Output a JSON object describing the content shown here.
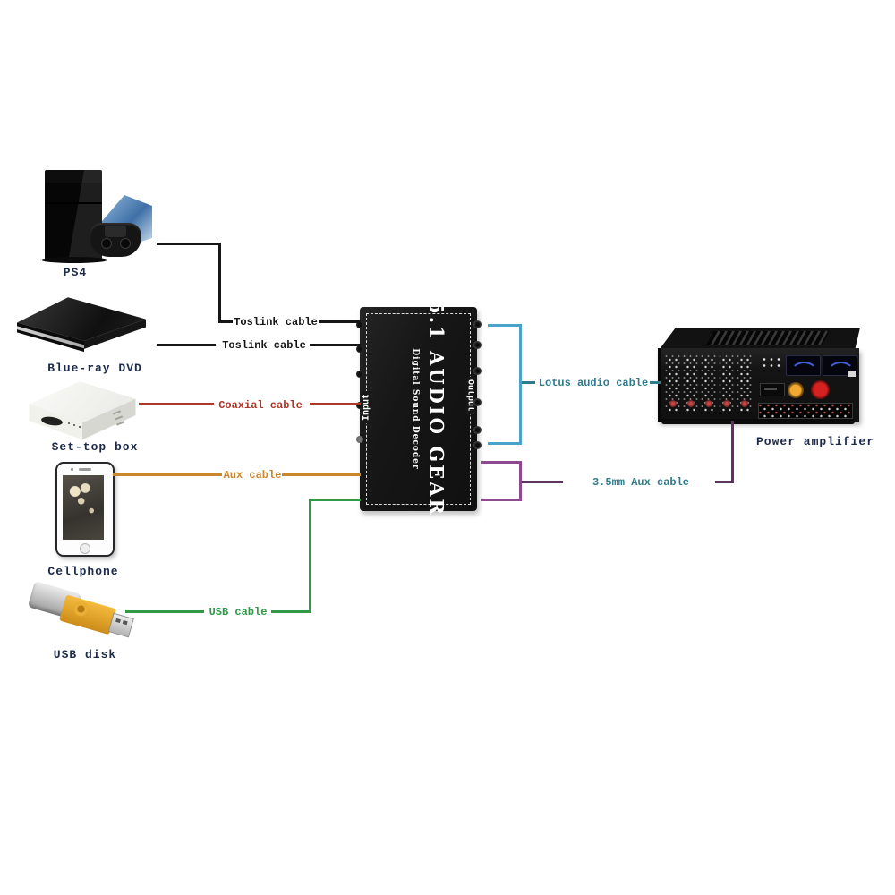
{
  "devices": {
    "ps4": {
      "label": "PS4"
    },
    "bluray_dvd": {
      "label": "Blue-ray DVD"
    },
    "set_top_box": {
      "label": "Set-top box"
    },
    "cellphone": {
      "label": "Cellphone"
    },
    "usb_disk": {
      "label": "USB disk"
    },
    "power_amplifier": {
      "label": "Power amplifier"
    }
  },
  "decoder": {
    "title": "5.1 AUDIO GEAR",
    "subtitle": "Digital Sound Decoder",
    "input_label": "Input",
    "output_label": "Output"
  },
  "cables": {
    "toslink_ps4": {
      "label": "Toslink cable",
      "color": "#161616"
    },
    "toslink_dvd": {
      "label": "Toslink cable",
      "color": "#161616"
    },
    "coaxial": {
      "label": "Coaxial cable",
      "color": "#b23527"
    },
    "aux": {
      "label": "Aux cable",
      "color": "#c9862f"
    },
    "usb": {
      "label": "USB cable",
      "color": "#2f9946"
    },
    "lotus": {
      "label": "Lotus audio cable",
      "color": "#2e7b8c"
    },
    "aux_35mm": {
      "label": "3.5mm Aux cable",
      "color": "#2e7b8c"
    }
  },
  "accents": {
    "bracket_blue": "#49a4cb",
    "bracket_purple": "#8d4a8f",
    "line_purple_dark": "#5e3263",
    "label_navy": "#1c2b4c"
  }
}
